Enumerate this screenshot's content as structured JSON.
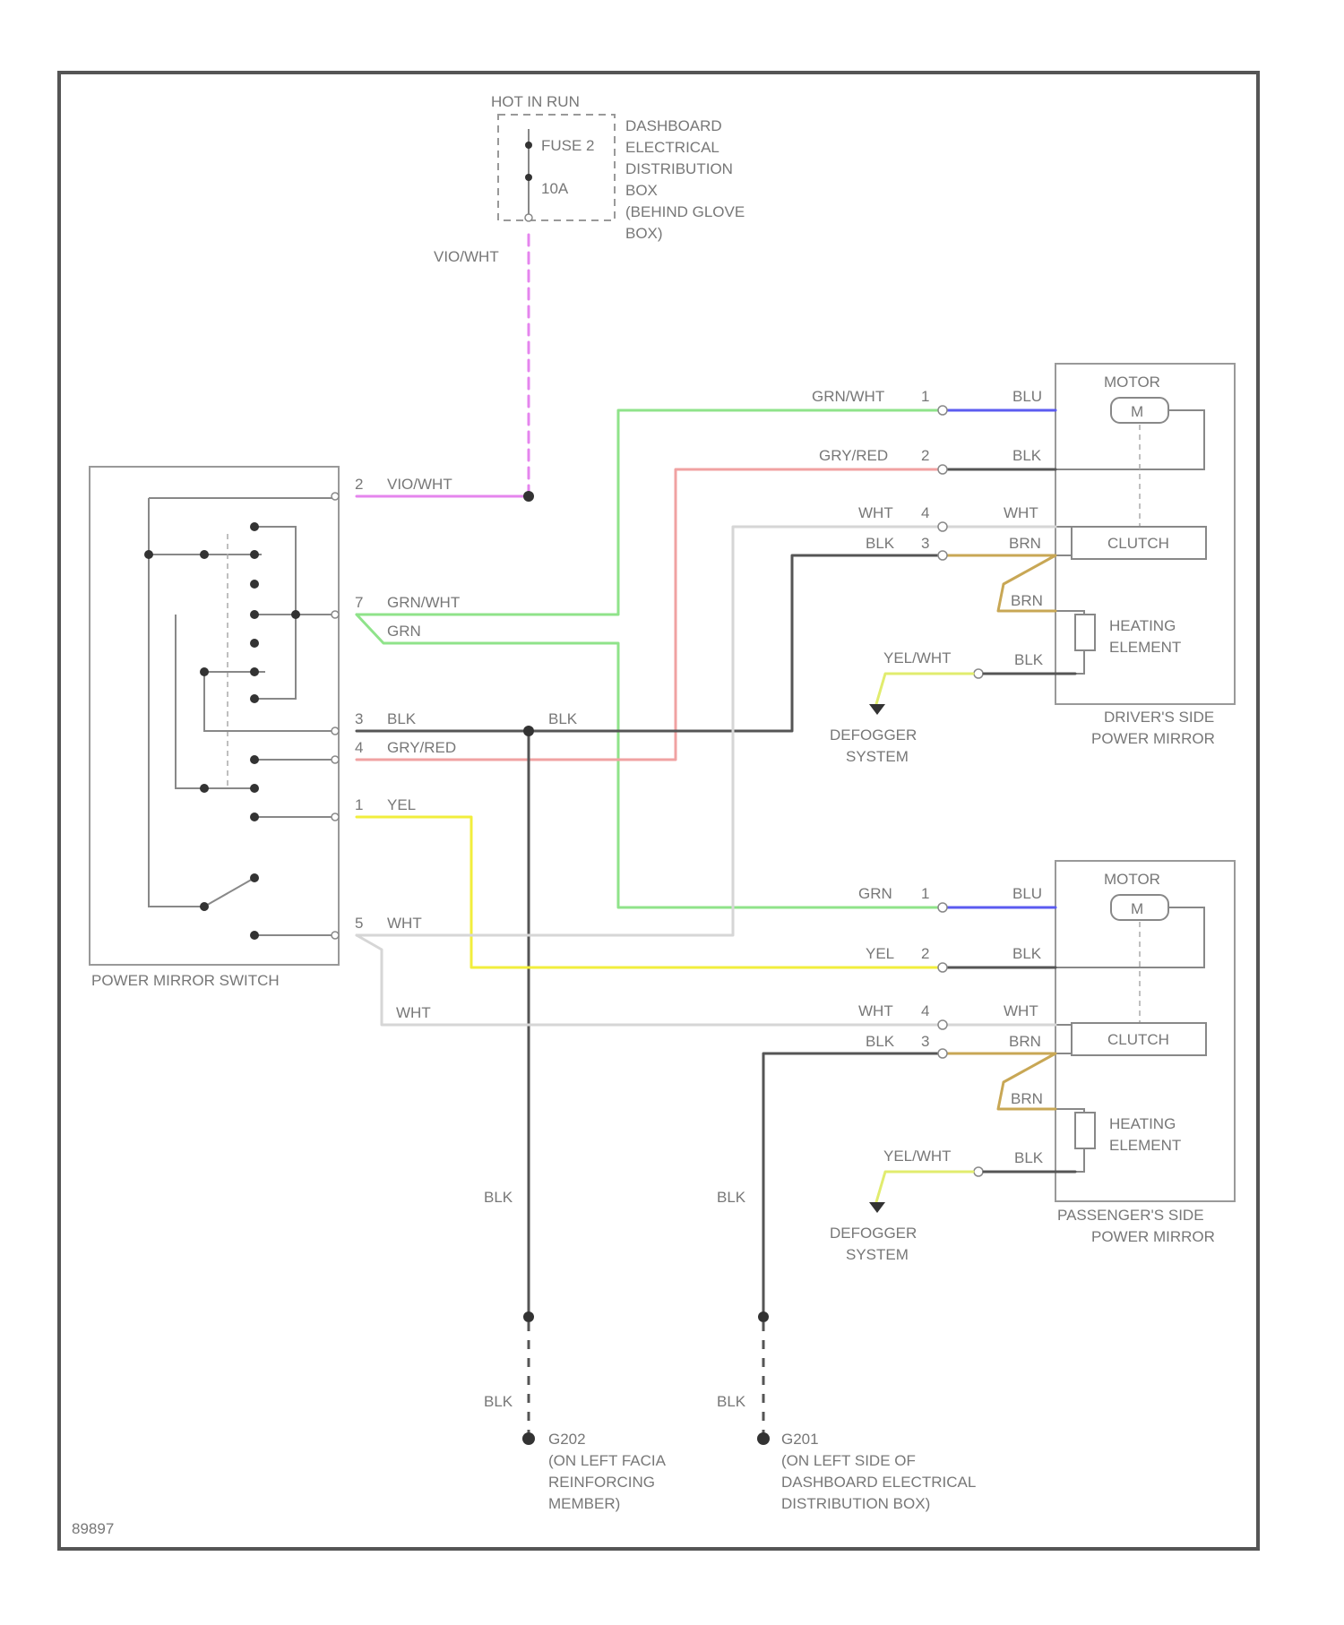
{
  "colors": {
    "vio_wht": "#e585ee",
    "grn_wht": "#8fe38a",
    "grn": "#8fe38a",
    "gry_red": "#f0a2a2",
    "blk": "#555555",
    "wht": "#d6d6d6",
    "yel": "#f2ee3c",
    "blu": "#5b5bf0",
    "brn": "#c8a755",
    "yel_wht": "#e1ec6e"
  },
  "power_source": {
    "header": "HOT IN RUN",
    "fuse_name": "FUSE 2",
    "fuse_rating": "10A",
    "box_label": [
      "DASHBOARD",
      "ELECTRICAL",
      "DISTRIBUTION",
      "BOX",
      "(BEHIND GLOVE",
      "BOX)"
    ],
    "feed_wire": "VIO/WHT"
  },
  "switch": {
    "name": "POWER MIRROR SWITCH",
    "pins": [
      {
        "num": "2",
        "wire": "VIO/WHT"
      },
      {
        "num": "7",
        "wire": "GRN/WHT"
      },
      {
        "num": "",
        "wire": "GRN"
      },
      {
        "num": "3",
        "wire": "BLK"
      },
      {
        "num": "4",
        "wire": "GRY/RED"
      },
      {
        "num": "1",
        "wire": "YEL"
      },
      {
        "num": "5",
        "wire": "WHT"
      }
    ],
    "splice_wire": "BLK",
    "wht_branch": "WHT"
  },
  "driver_mirror": {
    "name": [
      "DRIVER'S SIDE",
      "POWER MIRROR"
    ],
    "motor_label": "MOTOR",
    "motor_symbol": "M",
    "clutch_label": "CLUTCH",
    "heater_label": [
      "HEATING",
      "ELEMENT"
    ],
    "inputs": [
      {
        "wire": "GRN/WHT",
        "pin": "1",
        "int": "BLU"
      },
      {
        "wire": "GRY/RED",
        "pin": "2",
        "int": "BLK"
      },
      {
        "wire": "WHT",
        "pin": "4",
        "int": "WHT"
      },
      {
        "wire": "BLK",
        "pin": "3",
        "int": "BRN"
      }
    ],
    "int_brn": "BRN",
    "defog_wire": "YEL/WHT",
    "defog_int": "BLK",
    "defog_label": [
      "DEFOGGER",
      "SYSTEM"
    ]
  },
  "passenger_mirror": {
    "name": [
      "PASSENGER'S SIDE",
      "POWER MIRROR"
    ],
    "motor_label": "MOTOR",
    "motor_symbol": "M",
    "clutch_label": "CLUTCH",
    "heater_label": [
      "HEATING",
      "ELEMENT"
    ],
    "inputs": [
      {
        "wire": "GRN",
        "pin": "1",
        "int": "BLU"
      },
      {
        "wire": "YEL",
        "pin": "2",
        "int": "BLK"
      },
      {
        "wire": "WHT",
        "pin": "4",
        "int": "WHT"
      },
      {
        "wire": "BLK",
        "pin": "3",
        "int": "BRN"
      }
    ],
    "int_brn": "BRN",
    "defog_wire": "YEL/WHT",
    "defog_int": "BLK",
    "defog_label": [
      "DEFOGGER",
      "SYSTEM"
    ]
  },
  "grounds": [
    {
      "wire_upper": "BLK",
      "wire_lower": "BLK",
      "label": [
        "G202",
        "(ON LEFT FACIA",
        "REINFORCING",
        "MEMBER)"
      ]
    },
    {
      "wire_upper": "BLK",
      "wire_lower": "BLK",
      "label": [
        "G201",
        "(ON LEFT SIDE OF",
        "DASHBOARD ELECTRICAL",
        "DISTRIBUTION BOX)"
      ]
    }
  ],
  "figure_id": "89897"
}
